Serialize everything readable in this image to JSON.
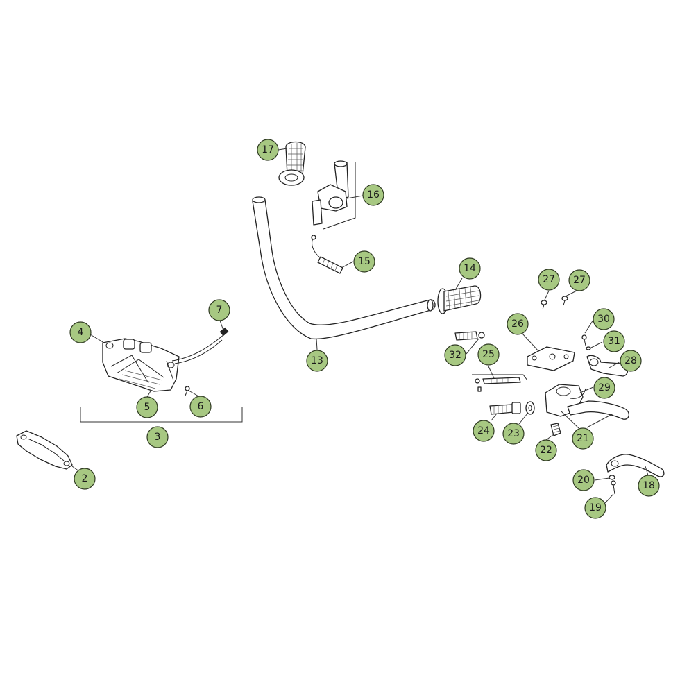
{
  "callout_fill": "#a7c882",
  "callout_stroke": "#2f3a22",
  "line_color": "#222222",
  "callouts": {
    "c2": "2",
    "c3": "3",
    "c4": "4",
    "c5": "5",
    "c6": "6",
    "c7": "7",
    "c13": "13",
    "c14": "14",
    "c15": "15",
    "c16": "16",
    "c17": "17",
    "c18": "18",
    "c19": "19",
    "c20": "20",
    "c21": "21",
    "c22": "22",
    "c23": "23",
    "c24": "24",
    "c25": "25",
    "c26": "26",
    "c27a": "27",
    "c27b": "27",
    "c28": "28",
    "c29": "29",
    "c30": "30",
    "c31": "31",
    "c32": "32"
  }
}
